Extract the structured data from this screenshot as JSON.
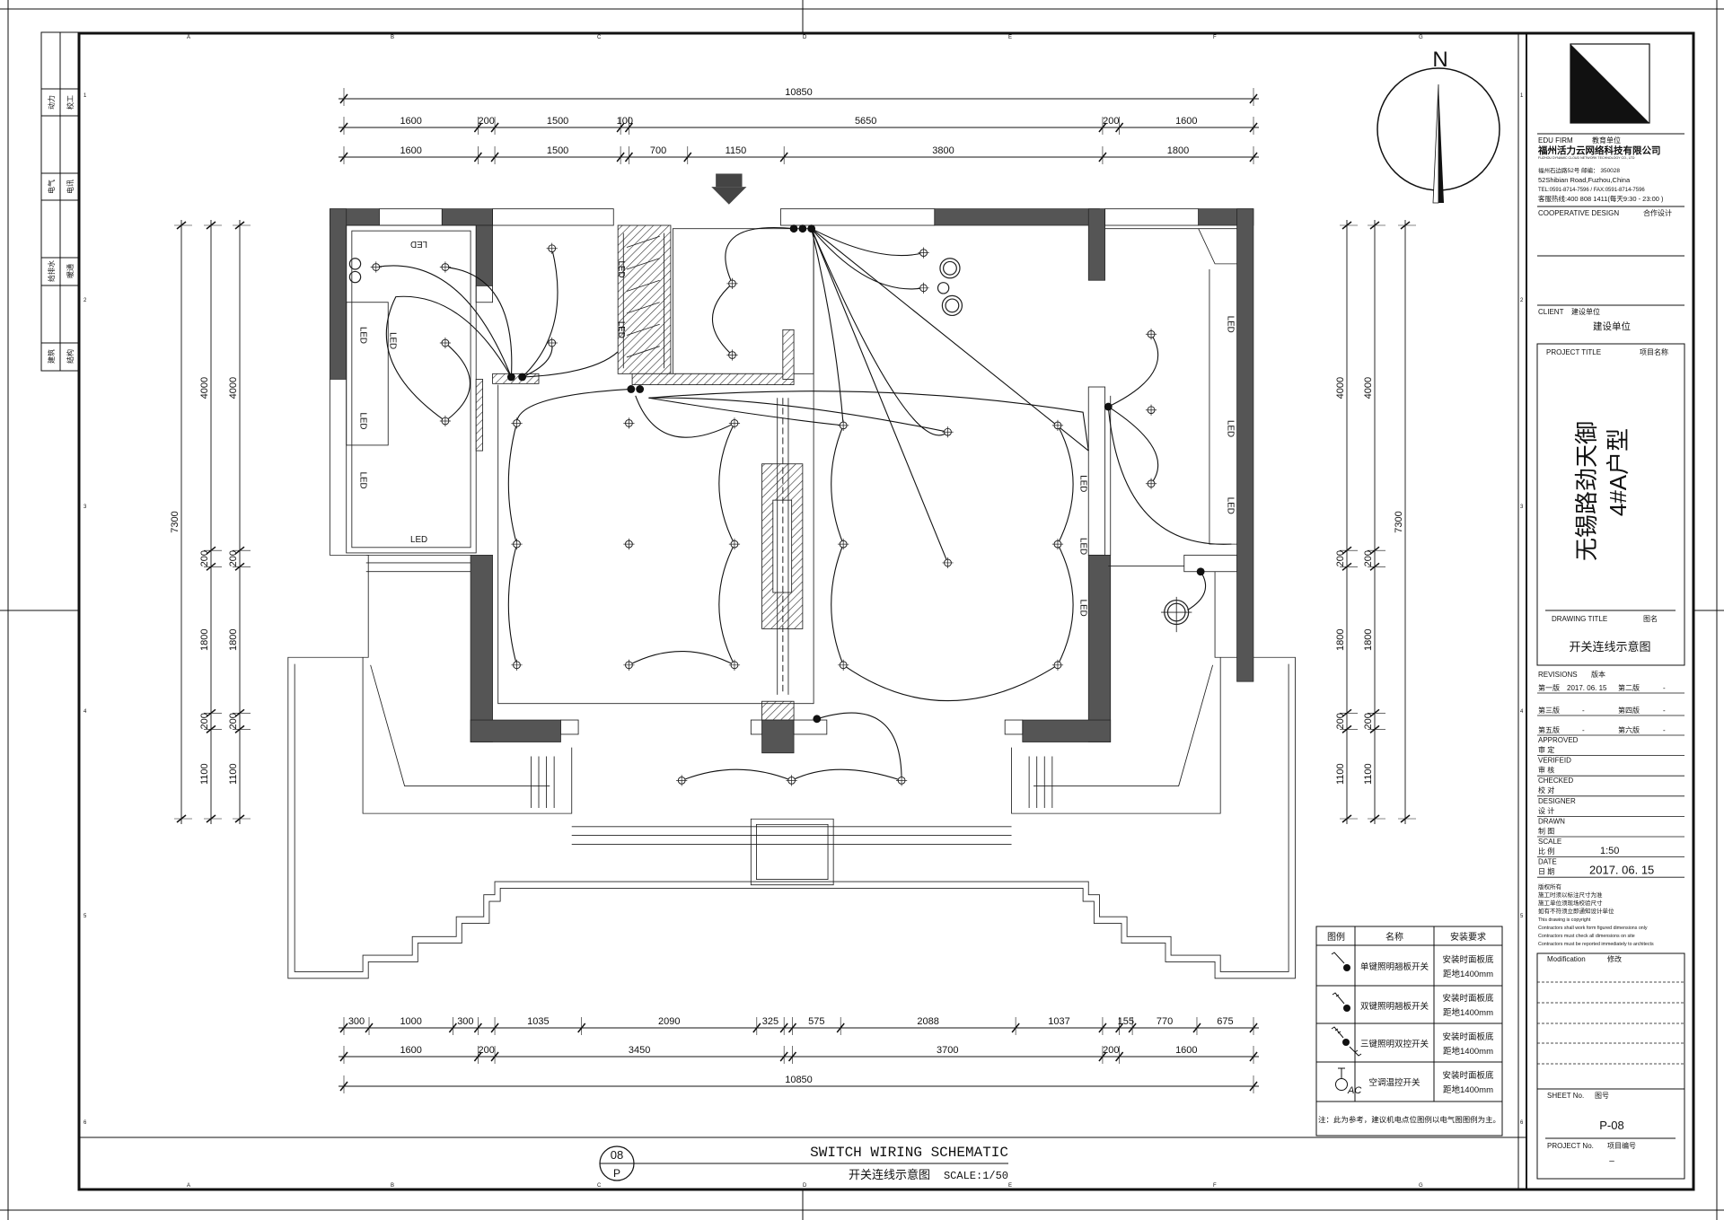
{
  "sheet": {
    "grid_letters": [
      "A",
      "B",
      "C",
      "D",
      "E",
      "F",
      "G"
    ],
    "grid_numbers": [
      "1",
      "2",
      "3",
      "4",
      "5",
      "6"
    ],
    "left_strip": [
      {
        "a": "动力",
        "b": "校工"
      },
      {
        "a": "电气",
        "b": "电讯"
      },
      {
        "a": "给排水",
        "b": "暖通"
      },
      {
        "a": "建筑",
        "b": "结构"
      }
    ]
  },
  "plan": {
    "north_label": "N",
    "led_label": "LED",
    "dims_top": [
      {
        "segments": [
          {
            "mm": 10850,
            "text": "10850"
          }
        ]
      },
      {
        "segments": [
          {
            "mm": 1600,
            "text": "1600"
          },
          {
            "mm": 200,
            "text": "200"
          },
          {
            "mm": 1500,
            "text": "1500"
          },
          {
            "mm": 100,
            "text": "100"
          },
          {
            "mm": 5650,
            "text": "5650"
          },
          {
            "mm": 200,
            "text": "200"
          },
          {
            "mm": 1600,
            "text": "1600"
          }
        ]
      },
      {
        "segments": [
          {
            "mm": 1600,
            "text": "1600"
          },
          {
            "mm": 200
          },
          {
            "mm": 1500,
            "text": "1500"
          },
          {
            "mm": 100
          },
          {
            "mm": 700,
            "text": "700"
          },
          {
            "mm": 1150,
            "text": "1150"
          },
          {
            "mm": 3800,
            "text": "3800"
          },
          {
            "mm": 1800,
            "text": "1800"
          }
        ]
      }
    ],
    "dims_bottom": [
      {
        "segments": [
          {
            "mm": 300,
            "text": "300"
          },
          {
            "mm": 1000,
            "text": "1000"
          },
          {
            "mm": 300,
            "text": "300"
          },
          {
            "mm": 200
          },
          {
            "mm": 1035,
            "text": "1035"
          },
          {
            "mm": 2090,
            "text": "2090"
          },
          {
            "mm": 325,
            "text": "325"
          },
          {
            "mm": 100
          },
          {
            "mm": 575,
            "text": "575"
          },
          {
            "mm": 2088,
            "text": "2088"
          },
          {
            "mm": 1037,
            "text": "1037"
          },
          {
            "mm": 200
          },
          {
            "mm": 155,
            "text": "155"
          },
          {
            "mm": 770,
            "text": "770"
          },
          {
            "mm": 675,
            "text": "675"
          }
        ]
      },
      {
        "segments": [
          {
            "mm": 1600,
            "text": "1600"
          },
          {
            "mm": 200,
            "text": "200"
          },
          {
            "mm": 3450,
            "text": "3450"
          },
          {
            "mm": 100
          },
          {
            "mm": 3700,
            "text": "3700"
          },
          {
            "mm": 200,
            "text": "200"
          },
          {
            "mm": 1600,
            "text": "1600"
          }
        ]
      },
      {
        "segments": [
          {
            "mm": 10850,
            "text": "10850"
          }
        ]
      }
    ],
    "dims_left": [
      {
        "segments": [
          {
            "mm": 7300,
            "text": "7300"
          }
        ]
      },
      {
        "segments": [
          {
            "mm": 4000,
            "text": "4000"
          },
          {
            "mm": 200,
            "text": "200"
          },
          {
            "mm": 1800,
            "text": "1800"
          },
          {
            "mm": 200,
            "text": "200"
          },
          {
            "mm": 1100,
            "text": "1100"
          }
        ]
      },
      {
        "segments": [
          {
            "mm": 4000,
            "text": "4000"
          },
          {
            "mm": 200,
            "text": "200"
          },
          {
            "mm": 1800,
            "text": "1800"
          },
          {
            "mm": 200,
            "text": "200"
          },
          {
            "mm": 1100,
            "text": "1100"
          }
        ]
      }
    ],
    "dims_right": [
      {
        "segments": [
          {
            "mm": 4000,
            "text": "4000"
          },
          {
            "mm": 200,
            "text": "200"
          },
          {
            "mm": 1800,
            "text": "1800"
          },
          {
            "mm": 200,
            "text": "200"
          },
          {
            "mm": 1100,
            "text": "1100"
          }
        ]
      },
      {
        "segments": [
          {
            "mm": 4000,
            "text": "4000"
          },
          {
            "mm": 200,
            "text": "200"
          },
          {
            "mm": 1800,
            "text": "1800"
          },
          {
            "mm": 200,
            "text": "200"
          },
          {
            "mm": 1100,
            "text": "1100"
          }
        ]
      },
      {
        "segments": [
          {
            "mm": 7300,
            "text": "7300"
          }
        ]
      }
    ]
  },
  "legend": {
    "headers": {
      "symbol": "图例",
      "name": "名称",
      "requirement": "安装要求"
    },
    "rows": [
      {
        "icon": "single-key-switch-icon",
        "name": "单键照明翘板开关",
        "req1": "安装时面板底",
        "req2": "距地1400mm"
      },
      {
        "icon": "double-key-switch-icon",
        "name": "双键照明翘板开关",
        "req1": "安装时面板底",
        "req2": "距地1400mm"
      },
      {
        "icon": "triple-key-two-way-switch-icon",
        "name": "三键照明双控开关",
        "req1": "安装时面板底",
        "req2": "距地1400mm"
      },
      {
        "icon": "ac-thermostat-switch-icon",
        "name": "空调温控开关",
        "req1": "安装时面板底",
        "req2": "距地1400mm",
        "symbol_text": "AC"
      }
    ],
    "note": "注：此为参考，建议机电点位图例以电气图图例为主。"
  },
  "drawing_title": {
    "number": "08",
    "sheet_letter": "P",
    "title_en": "SWITCH WIRING SCHEMATIC",
    "title_cn": "开关连线示意图",
    "scale": "SCALE:1/50"
  },
  "title_block": {
    "edu_firm_label": "EDU FIRM",
    "edu_firm_label_cn": "教育单位",
    "company_cn": "福州活力云网络科技有限公司",
    "company_en": "FUZHOU DYNAMIC CLOUD NETWORK TECHNOLOGY CO., LTD",
    "address_cn": "福州石边路52号   邮编： 350028",
    "address_en": "52Shibian Road,Fuzhou,China",
    "tel": "TEL:0591-8714-7596 / FAX:0591-8714-7596",
    "hotline": "客服热线:400  808  1411(每天9:30 - 23:00 )",
    "cooperative_label": "COOPERATIVE DESIGN",
    "cooperative_label_cn": "合作设计",
    "client_label": "CLIENT",
    "client_label_cn": "建设单位",
    "client_value": "建设单位",
    "project_title_label": "PROJECT TITLE",
    "project_title_label_cn": "项目名称",
    "project_name_line1": "无锡路劲天御",
    "project_name_line2": "4#A户型",
    "drawing_title_label": "DRAWING TITLE",
    "drawing_title_label_cn": "图名",
    "drawing_title_value": "开关连线示意图",
    "revisions_label": "REVISIONS",
    "revisions_label_cn": "版本",
    "revisions": [
      {
        "l": "第一版",
        "lv": "2017. 06. 15",
        "r": "第二版",
        "rv": "-"
      },
      {
        "l": "第三版",
        "lv": "-",
        "r": "第四版",
        "rv": "-"
      },
      {
        "l": "第五版",
        "lv": "-",
        "r": "第六版",
        "rv": "-"
      }
    ],
    "roles": [
      {
        "en": "APPROVED",
        "cn": "审  定",
        "value": ""
      },
      {
        "en": "VERIFEID",
        "cn": "审  核",
        "value": ""
      },
      {
        "en": "CHECKED",
        "cn": "校  对",
        "value": ""
      },
      {
        "en": "DESIGNER",
        "cn": "设  计",
        "value": ""
      },
      {
        "en": "DRAWN",
        "cn": "制  图",
        "value": ""
      },
      {
        "en": "SCALE",
        "cn": "比  例",
        "value": "1:50"
      },
      {
        "en": "DATE",
        "cn": "日  期",
        "value": "2017. 06. 15"
      }
    ],
    "copyright": [
      "版权所有",
      "施工时须以标注尺寸为准",
      "施工单位须现场校验尺寸",
      "如有不符须立即通知设计单位",
      "This drawing is copyright",
      "Contractors shall work form figured dimensions only",
      "Contractors must check all dimensions on site",
      "Contractors must be reported immediately to architects"
    ],
    "modification_label": "Modification",
    "modification_label_cn": "修改",
    "sheet_no_label": "SHEET No.",
    "sheet_no_label_cn": "图号",
    "sheet_no": "P-08",
    "project_no_label": "PROJECT No.",
    "project_no_label_cn": "项目编号",
    "project_no": "–"
  }
}
